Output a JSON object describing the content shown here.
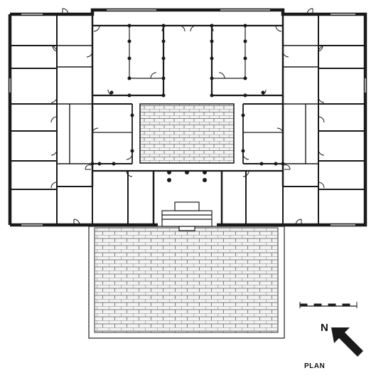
{
  "drawing": {
    "title": "PLAN",
    "north_letter": "N",
    "scale_bar_segments": 8,
    "line_color": "#1a1a1a",
    "paper_color": "#ffffff",
    "paving_color": "#f4f4f4"
  }
}
